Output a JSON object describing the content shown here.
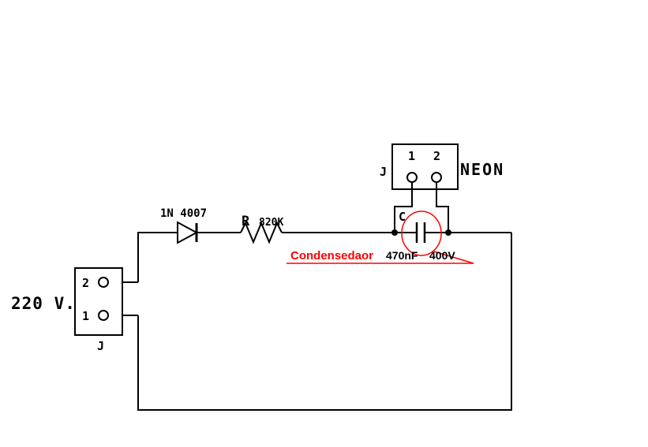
{
  "colors": {
    "background": "#ffffff",
    "wire": "#000000",
    "annotation": "#fe0000"
  },
  "source_connector": {
    "voltage_label": "220 V.",
    "connector_label": "J",
    "pin_top": "2",
    "pin_bottom": "1"
  },
  "diode": {
    "part_number": "1N 4007"
  },
  "resistor": {
    "symbol": "R",
    "value": "820K"
  },
  "capacitor": {
    "symbol": "C",
    "annotation_label": "Condensedaor",
    "capacitance": "470nF",
    "voltage_rating": "400V"
  },
  "neon_connector": {
    "connector_label": "J",
    "device_label": "NEON",
    "pin_left": "1",
    "pin_right": "2"
  }
}
